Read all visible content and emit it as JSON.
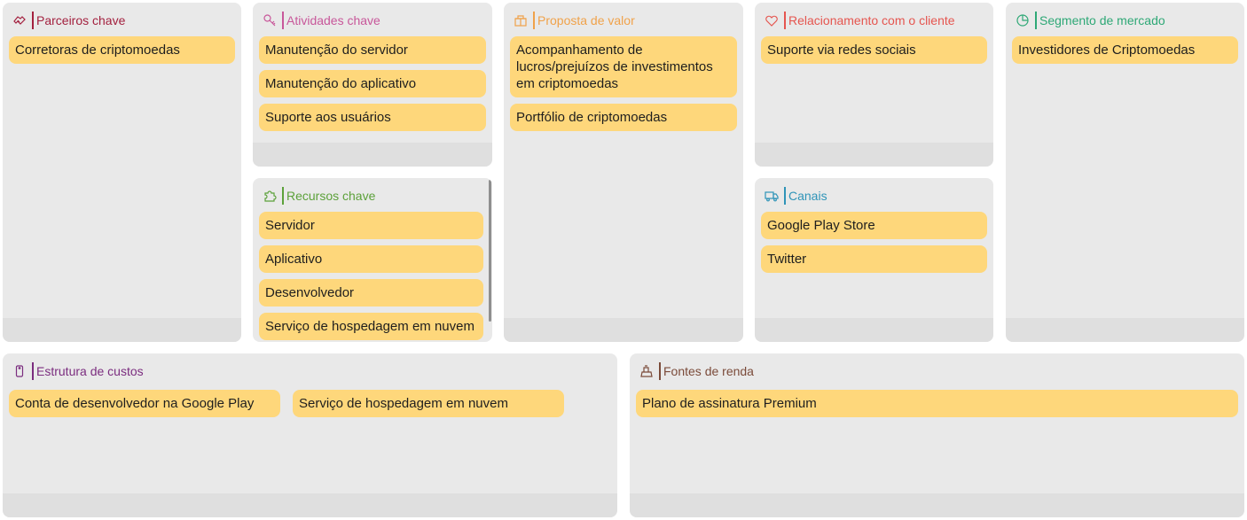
{
  "colors": {
    "panel": "#e9e9e9",
    "panel_footer": "#dfdfdf",
    "note": "#fed77b",
    "parceiros": "#a3213f",
    "atividades": "#c8579a",
    "recursos": "#5ca13a",
    "proposta": "#f0a24a",
    "relacionamento": "#e5554f",
    "canais": "#2f94b8",
    "segmento": "#2ea876",
    "custos": "#7b2d7f",
    "fontes": "#7b4b3a"
  },
  "blocks": {
    "parceiros": {
      "title": "Parceiros chave",
      "icon": "handshake-icon",
      "notes": [
        "Corretoras de criptomoedas"
      ]
    },
    "atividades": {
      "title": "Atividades chave",
      "icon": "key-icon",
      "notes": [
        "Manutenção do servidor",
        "Manutenção do aplicativo",
        "Suporte aos usuários"
      ]
    },
    "recursos": {
      "title": "Recursos chave",
      "icon": "puzzle-icon",
      "notes": [
        "Servidor",
        "Aplicativo",
        "Desenvolvedor",
        "Serviço de hospedagem em nuvem"
      ]
    },
    "proposta": {
      "title": "Proposta de valor",
      "icon": "gift-icon",
      "notes": [
        "Acompanhamento de lucros/prejuízos de investimentos em criptomoedas",
        "Portfólio de criptomoedas"
      ]
    },
    "relacionamento": {
      "title": "Relacionamento com o cliente",
      "icon": "heart-icon",
      "notes": [
        "Suporte via redes sociais"
      ]
    },
    "canais": {
      "title": "Canais",
      "icon": "truck-icon",
      "notes": [
        "Google Play Store",
        "Twitter"
      ]
    },
    "segmento": {
      "title": "Segmento de mercado",
      "icon": "pie-chart-icon",
      "notes": [
        "Investidores de Criptomoedas"
      ]
    },
    "custos": {
      "title": "Estrutura de custos",
      "icon": "tag-icon",
      "notes": [
        "Conta de desenvolvedor na Google Play",
        "Serviço de hospedagem em nuvem"
      ]
    },
    "fontes": {
      "title": "Fontes de renda",
      "icon": "cash-register-icon",
      "notes": [
        "Plano de assinatura Premium"
      ]
    }
  }
}
